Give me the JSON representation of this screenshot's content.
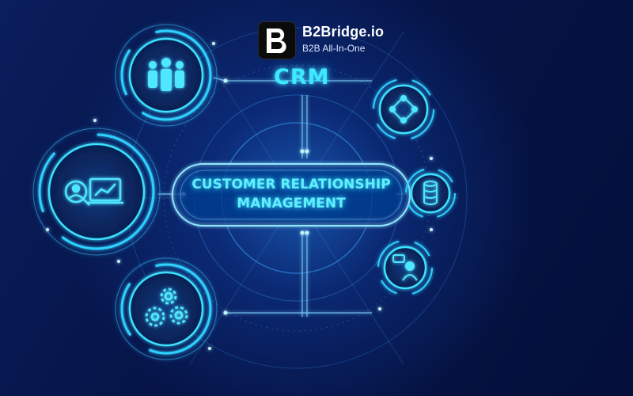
{
  "brand": {
    "name": "B2Bridge.io",
    "tagline": "B2B All-In-One",
    "logo_letter": "B"
  },
  "diagram": {
    "title": "CRM",
    "center_line1": "CUSTOMER RELATIONSHIP",
    "center_line2": "MANAGEMENT",
    "icons": [
      "people-group-icon",
      "analytics-chart-icon",
      "gears-icon",
      "network-cycle-icon",
      "database-icon",
      "support-agent-icon"
    ]
  },
  "colors": {
    "background": "#06123a",
    "glow": "#3ee8ff",
    "accent": "#1fb8e6"
  }
}
